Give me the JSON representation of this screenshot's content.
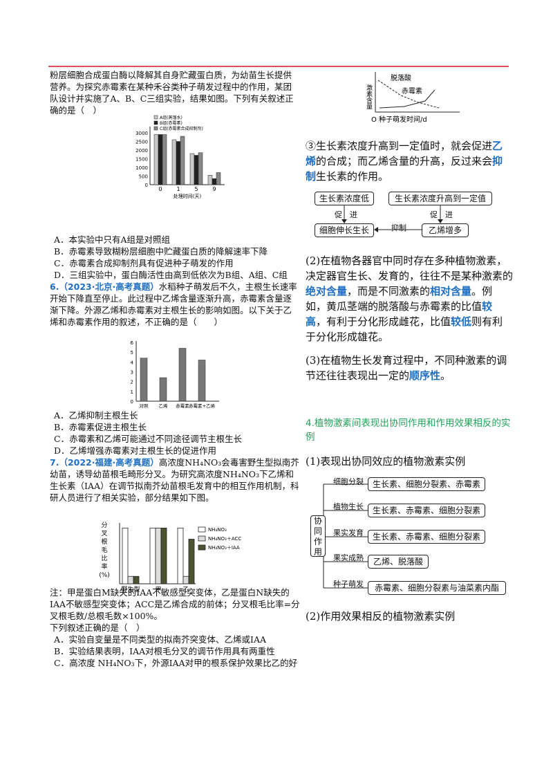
{
  "q5": {
    "intro": "粉层细胞合成蛋白酶以降解其自身贮藏蛋白质，为幼苗生长提供营养。为探究赤霉素在某种禾谷类种子萌发过程中的作用，某团队设计并实施了A、B、C三组实验，结果如图。下列有关叙述正确的是（　）",
    "options": [
      "A．本实验中只有A组是对照组",
      "B．赤霉素导致糊粉层细胞中贮藏蛋白质的降解速率下降",
      "C．赤霉素合成抑制剂具有促进种子萌发的作用",
      "D．三组实验中，蛋白酶活性由高到低依次为B组、A组、C组"
    ]
  },
  "q6": {
    "tag": "6.（2023·北京·高考真题）",
    "text": "水稻种子萌发后不久，主根生长速率开始下降直至停止。此过程中乙烯含量逐渐升高，赤霉素含量逐渐下降。外源乙烯和赤霉素对主根生长的影响如图。以下关于乙烯和赤霉素作用的叙述，不正确的是（　　）",
    "options": [
      "A．乙烯抑制主根生长",
      "B．赤霉素促进主根生长",
      "C．赤霉素和乙烯可能通过不同途径调节主根生长",
      "D．乙烯增强赤霉素对主根生长的促进作用"
    ]
  },
  "q7": {
    "tag": "7.（2022·福建·高考真题）",
    "text": "高浓度NH₄NO₃会毒害野生型拟南芥幼苗，诱导幼苗根毛畸形分叉。为研究高浓度NH₄NO₃下乙烯和生长素（IAA）在调节拟南芥幼苗根毛发育中的相互作用机制，科研人员进行了相关实验，部分结果如下图。",
    "note": "注：甲是蛋白M缺失的IAA不敏感型突变体，乙是蛋白N缺失的IAA不敏感型突变体；ACC是乙烯合成的前体；分叉根毛比率=分叉根毛数/总根毛数×100%。",
    "ask": "下列叙述正确的是（　）",
    "options": [
      "A．实验自变量是不同类型的拟南芥突变体、乙烯或IAA",
      "B．实验结果表明，IAA对根毛分叉的调节作用具有两重性",
      "C．高浓度 NH₄NO₃下，外源IAA对甲的根系保护效果比乙的好"
    ]
  },
  "right": {
    "p3_a": "③生长素浓度升高到一定值时，就会促进",
    "p3_b": "乙烯",
    "p3_c": "的合成；而乙烯含量的升高，反过来会",
    "p3_d": "抑制",
    "p3_e": "生长素的作用。",
    "p2_a": "(2)在植物各器官中同时存在多种植物激素，决定器官生长、发育的，往往不是某种激素的",
    "p2_b": "绝对含量",
    "p2_c": "，而是不同激素的",
    "p2_d": "相对含量",
    "p2_e": "。例如，黄瓜茎端的脱落酸与赤霉素的比值",
    "p2_f": "较高",
    "p2_g": "，有利于分化形成雌花，比值",
    "p2_h": "较低",
    "p2_i": "则有利于分化形成雄花。",
    "p4_a": "(3)在植物生长发育过程中，不同种激素的调节还往往表现出一定的",
    "p4_b": "顺序性",
    "p4_c": "。",
    "section": "4.植物激素间表现出协同作用和作用效果相反的实例",
    "sub1": "(1)表现出协同效应的植物激素实例",
    "sub2": "(2)作用效果相反的植物激素实例"
  },
  "flow": {
    "box1": "生长素浓度低",
    "box2": "生长素浓度升高到一定值",
    "box3": "细胞伸长生长",
    "box4": "乙烯增多",
    "promote1": "促　进",
    "promote2": "促　进",
    "inhibit": "抑制"
  },
  "synergy": {
    "center": "协同作用",
    "rows": [
      {
        "label": "细胞分裂",
        "value": "生长素、细胞分裂素、赤霉素"
      },
      {
        "label": "植物生长",
        "value": "生长素、赤霉素、细胞分裂素"
      },
      {
        "label": "果实发育",
        "value": "生长素、赤霉素、细胞分裂素"
      },
      {
        "label": "果实成熟",
        "value": "乙烯、脱落酸"
      },
      {
        "label": "种子萌发",
        "value": "赤霉素、细胞分裂素与油菜素内酯"
      }
    ]
  },
  "chart_data": [
    {
      "type": "line",
      "ylabel": "激素含量",
      "xlabel": "O 种子萌发时间/d",
      "series": [
        {
          "name": "脱落酸"
        },
        {
          "name": "赤霉素"
        }
      ]
    },
    {
      "type": "bar",
      "xlabel": "处理时间(天)",
      "categories": [
        "0",
        "1",
        "5",
        "9"
      ],
      "legend": [
        "A组(蒸馏水)",
        "B组(赤霉素)",
        "C组(赤霉素合成抑制剂)"
      ],
      "series": [
        {
          "name": "A组(蒸馏水)",
          "values": [
            2900,
            2600,
            1800,
            550
          ]
        },
        {
          "name": "B组(赤霉素)",
          "values": [
            2900,
            2500,
            1700,
            350
          ]
        },
        {
          "name": "C组(赤霉素合成抑制剂)",
          "values": [
            2900,
            2800,
            1850,
            700
          ]
        }
      ],
      "yticks": [
        "0",
        "500",
        "1000",
        "1500",
        "2000",
        "2500",
        "3000"
      ],
      "ylim": [
        0,
        3200
      ]
    },
    {
      "type": "bar",
      "categories": [
        "对照",
        "乙烯",
        "赤霉素",
        "赤霉素+乙烯"
      ],
      "values": [
        4.4,
        2.4,
        5.4,
        4.2
      ],
      "yticks": [
        "0",
        "1",
        "2",
        "3",
        "4",
        "5",
        "6"
      ],
      "ylim": [
        0,
        6
      ]
    },
    {
      "type": "bar",
      "ylabel": "分叉根毛比率(%)",
      "categories": [
        "野生型",
        "甲",
        "乙"
      ],
      "legend": [
        "NH₄NO₃",
        "NH₄NO₃＋ACC",
        "NH₄NO₃＋IAA"
      ],
      "series": [
        {
          "name": "NH₄NO₃",
          "values": [
            30,
            30,
            30
          ]
        },
        {
          "name": "NH₄NO₃＋ACC",
          "values": [
            4,
            30,
            4
          ]
        },
        {
          "name": "NH₄NO₃＋IAA",
          "values": [
            4,
            30,
            24
          ]
        }
      ],
      "ylim": [
        0,
        32
      ]
    }
  ]
}
